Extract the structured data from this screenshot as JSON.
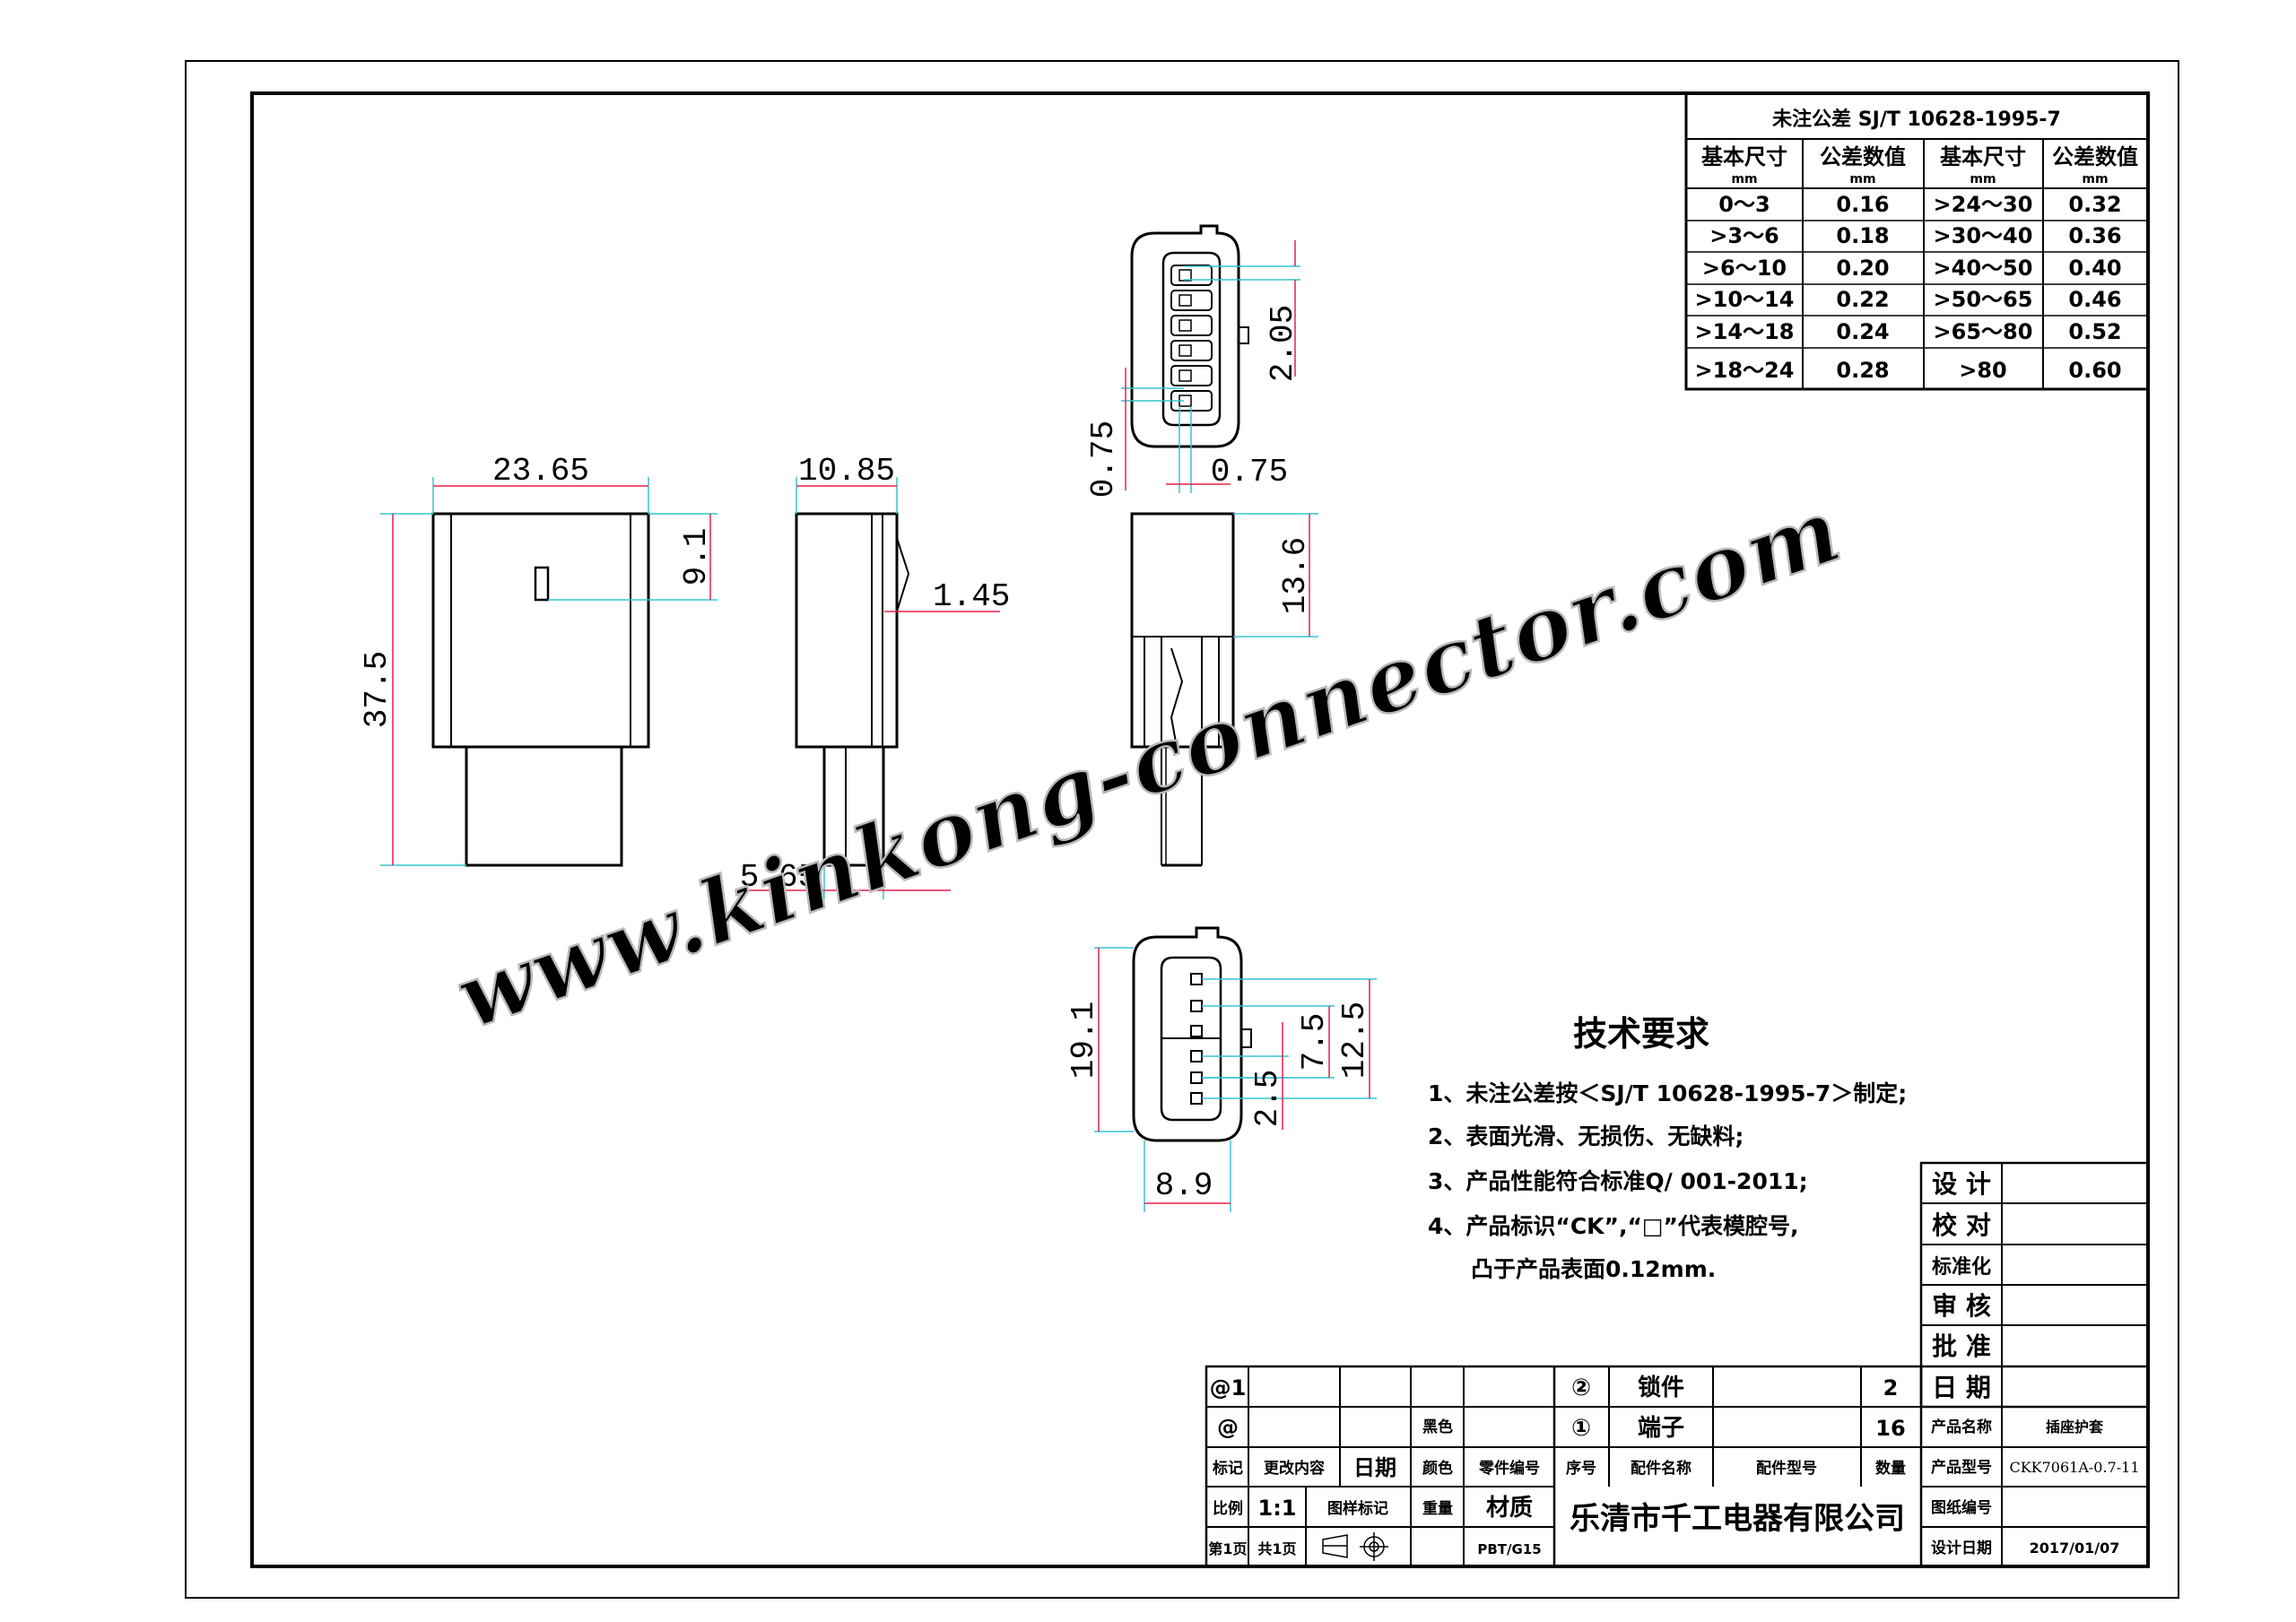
{
  "tolerance_table": {
    "title": "未注公差 SJ/T 10628-1995-7",
    "headers": [
      "基本尺寸",
      "公差数值",
      "基本尺寸",
      "公差数值"
    ],
    "units": [
      "mm",
      "mm",
      "mm",
      "mm"
    ],
    "rows": [
      [
        "0～3",
        "0.16",
        ">24～30",
        "0.32"
      ],
      [
        ">3～6",
        "0.18",
        ">30～40",
        "0.36"
      ],
      [
        ">6～10",
        "0.20",
        ">40～50",
        "0.40"
      ],
      [
        ">10～14",
        "0.22",
        ">50～65",
        "0.46"
      ],
      [
        ">14～18",
        "0.24",
        ">65～80",
        "0.52"
      ],
      [
        ">18～24",
        "0.28",
        ">80",
        "0.60"
      ]
    ]
  },
  "dimensions": {
    "width_front": "23.65",
    "height_total": "37.5",
    "latch_offset": "9.1",
    "side_width": "10.85",
    "latch_height": "1.45",
    "tail_width": "5.65",
    "pin_pitch": "2.05",
    "pin_size_v": "0.75",
    "pin_size_h": "0.75",
    "side_body_height": "13.6",
    "bottom_height": "19.1",
    "bottom_inner": "12.5",
    "bottom_mid": "7.5",
    "bottom_small": "2.5",
    "bottom_width": "8.9"
  },
  "watermark": "www.kinkong-connector.com",
  "requirements": {
    "heading": "技术要求",
    "items": [
      "1、未注公差按＜SJ/T 10628-1995-7＞制定;",
      "2、表面光滑、无损伤、无缺料;",
      "3、产品性能符合标准Q/ 001-2011;",
      "4、产品标识“CK”,“□”代表模腔号,",
      "凸于产品表面0.12mm."
    ]
  },
  "approvals": [
    "设 计",
    "校 对",
    "标准化",
    "审 核",
    "批 准",
    "日 期"
  ],
  "title_block": {
    "rev_marks": [
      "@1",
      "@"
    ],
    "black": "黑色",
    "col_headers": [
      "标记",
      "更改内容",
      "日期",
      "颜色",
      "零件编号",
      "序号",
      "配件名称",
      "配件型号",
      "数量"
    ],
    "parts": [
      {
        "no": "②",
        "name": "锁件",
        "qty": "2"
      },
      {
        "no": "①",
        "name": "端子",
        "qty": "16"
      }
    ],
    "scale_label": "比例",
    "scale": "1:1",
    "drawing_mark": "图样标记",
    "weight": "重量",
    "material_label": "材质",
    "material": "PBT/G15",
    "page": "第1页",
    "total": "共1页",
    "company": "乐清市千工电器有限公司",
    "product_name_label": "产品名称",
    "product_name": "插座护套",
    "product_model_label": "产品型号",
    "product_model": "CKK7061A-0.7-11",
    "drawing_no_label": "图纸编号",
    "design_date_label": "设计日期",
    "design_date": "2017/01/07"
  },
  "colors": {
    "line": "#000000",
    "dimension": "#e8204a",
    "extension": "#35c6cf",
    "watermark_fill": "#f3f3f3",
    "watermark_stroke": "#b9b9b9"
  }
}
